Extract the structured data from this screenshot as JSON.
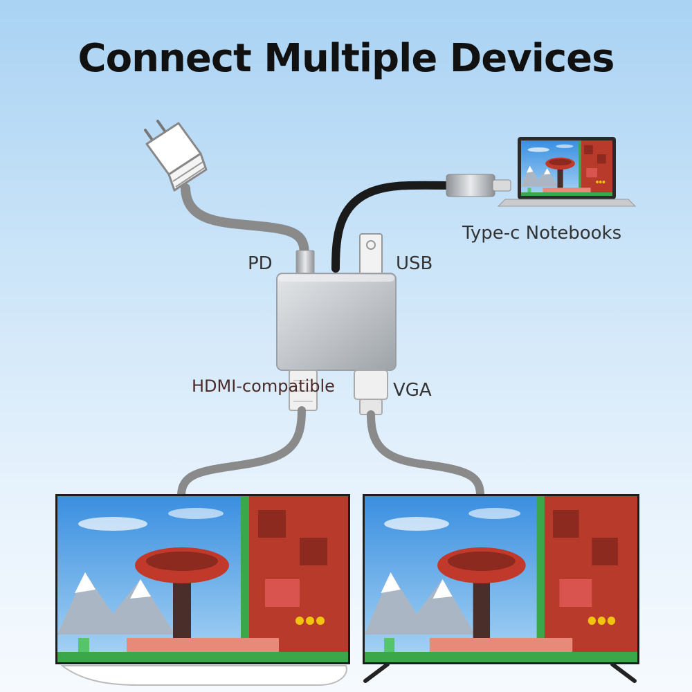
{
  "title": "Connect Multiple Devices",
  "labels": {
    "pd": "PD",
    "usb": "USB",
    "type_c": "Type-c  Notebooks",
    "hdmi": "HDMI-compatible",
    "vga": "VGA"
  },
  "colors": {
    "cable_gray": "#8a8a8a",
    "cable_black": "#1a1a1a",
    "hub_silver": "#c4c8cc",
    "sky": "#4f9be0",
    "tower_red": "#c0392b",
    "grass": "#3aa84a"
  },
  "icons": {
    "power": "power-adapter-icon",
    "hub": "usb-hub-icon",
    "laptop": "laptop-icon",
    "monitor": "monitor-icon"
  }
}
